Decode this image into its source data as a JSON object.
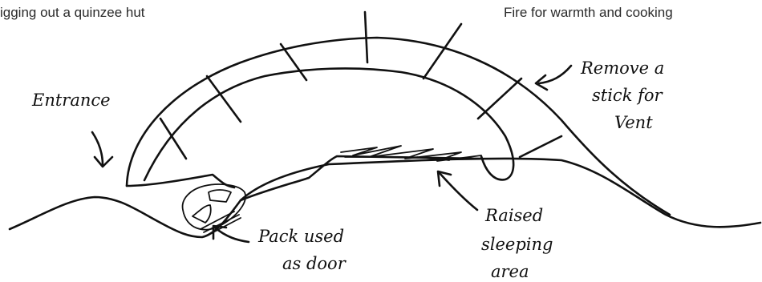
{
  "captions": {
    "left": "igging out a quinzee hut",
    "right": "Fire for warmth and cooking"
  },
  "labels": {
    "entrance": "Entrance",
    "vent": [
      "Remove a",
      "stick for",
      "Vent"
    ],
    "door": [
      "Pack used",
      "as door"
    ],
    "sleeping": [
      "Raised",
      "sleeping",
      "area"
    ]
  }
}
